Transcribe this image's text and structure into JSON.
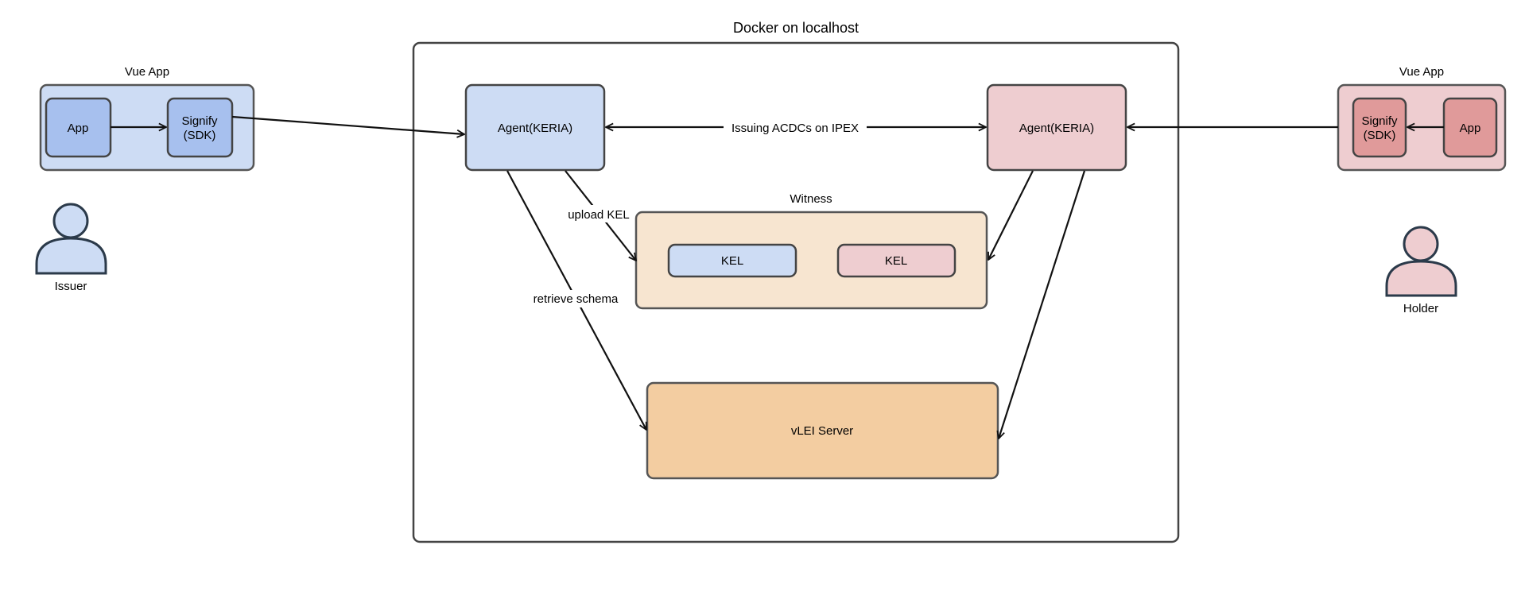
{
  "docker": {
    "title": "Docker on localhost"
  },
  "issuer_app": {
    "group_label": "Vue App",
    "app_label": "App",
    "signify_line1": "Signify",
    "signify_line2": "(SDK)"
  },
  "holder_app": {
    "group_label": "Vue App",
    "app_label": "App",
    "signify_line1": "Signify",
    "signify_line2": "(SDK)"
  },
  "issuer": {
    "label": "Issuer"
  },
  "holder": {
    "label": "Holder"
  },
  "agent_left": {
    "label": "Agent(KERIA)"
  },
  "agent_right": {
    "label": "Agent(KERIA)"
  },
  "witness": {
    "title": "Witness",
    "kel_left": "KEL",
    "kel_right": "KEL"
  },
  "vlei": {
    "label": "vLEI Server"
  },
  "edges": {
    "ipex": "Issuing ACDCs on IPEX",
    "upload_kel": "upload KEL",
    "retrieve_schema": "retrieve schema"
  },
  "colors": {
    "blue_fill": "#cddcf4",
    "blue_inner": "#a7c0ee",
    "pink_fill": "#eecdd0",
    "pink_inner": "#e09a9a",
    "witness_fill": "#f7e5d0",
    "vlei_fill": "#f3cda1",
    "stroke": "#444444"
  }
}
